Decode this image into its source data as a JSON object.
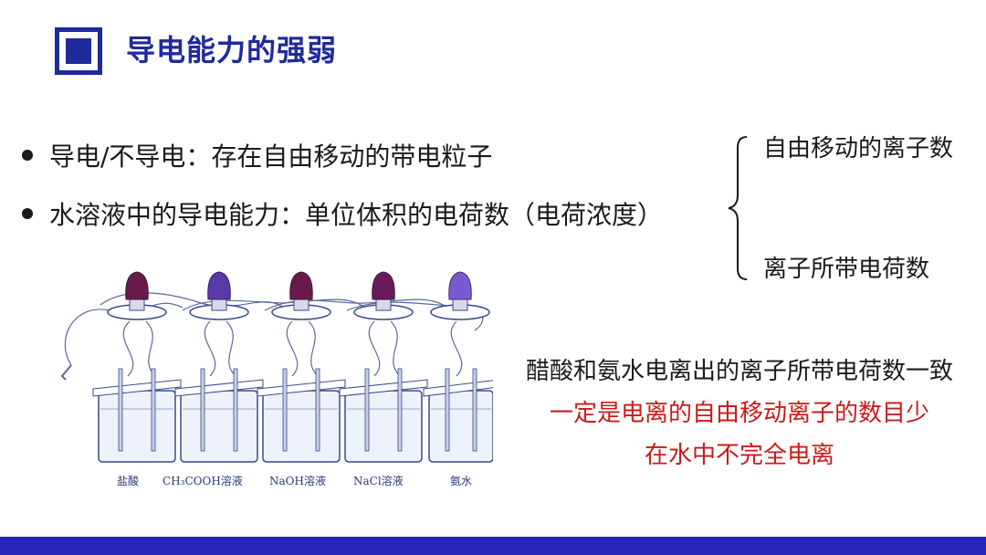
{
  "header": {
    "title": "导电能力的强弱"
  },
  "bullets": [
    "导电/不导电：存在自由移动的带电粒子",
    "水溶液中的导电能力：单位体积的电荷数（电荷浓度）"
  ],
  "brace": {
    "top_label": "自由移动的离子数",
    "bottom_label": "离子所带电荷数"
  },
  "figure": {
    "captions": [
      "盐酸",
      "CH₃COOH溶液",
      "NaOH溶液",
      "NaCl溶液",
      "氨水"
    ]
  },
  "notes": {
    "line1": "醋酸和氨水电离出的离子所带电荷数一致",
    "line2": "一定是电离的自由移动离子的数目少",
    "line3": "在水中不完全电离"
  },
  "colors": {
    "brand": "#1f2a9c",
    "highlight_red": "#cc1a1a",
    "bottom_bar": "#2a24b8"
  }
}
